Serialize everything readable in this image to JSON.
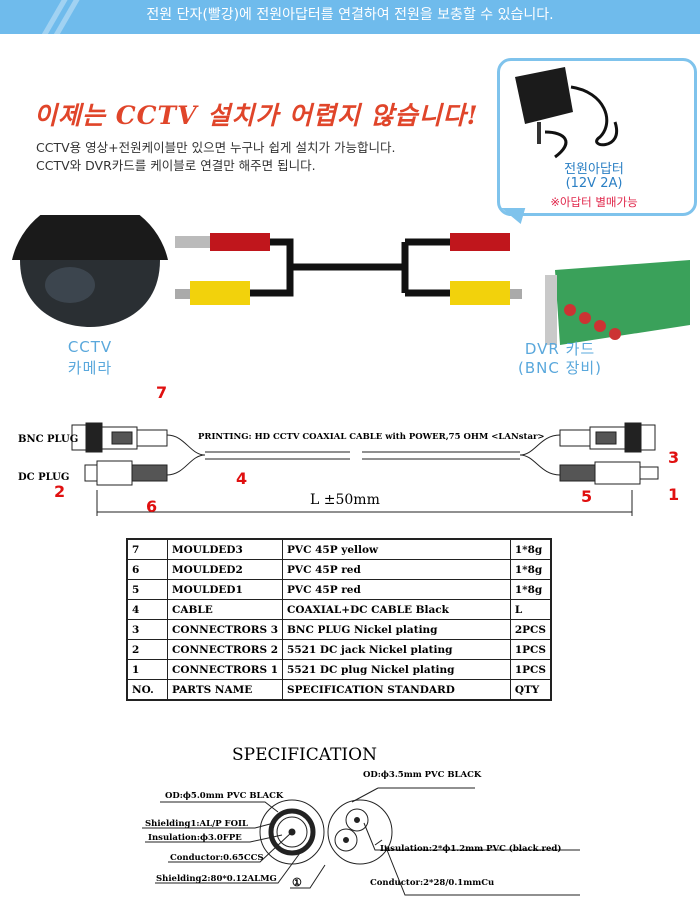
{
  "banner": {
    "text": "전원 단자(빨강)에 전원아답터를 연결하여 전원을 보충할 수 있습니다.",
    "color": "#6fbbec"
  },
  "intro": {
    "headline": "이제는 CCTV 설치가 어렵지 않습니다!",
    "lines": [
      "CCTV용 영상+전원케이블만 있으면 누구나 쉽게 설치가 가능합니다.",
      "CCTV와 DVR카드를 케이블로 연결만 해주면 됩니다."
    ],
    "headline_color": "#e0452a"
  },
  "adapter": {
    "name": "전원아답터",
    "spec": "(12V 2A)",
    "note": "※아답터 별매가능"
  },
  "devices": {
    "left": {
      "line1": "CCTV",
      "line2": "카메라"
    },
    "right": {
      "line1": "DVR 카드",
      "line2": "(BNC 장비)"
    }
  },
  "drawing": {
    "bnc_label": "BNC PLUG",
    "dc_label": "DC PLUG",
    "printing": "PRINTING: HD CCTV COAXIAL CABLE with POWER,75 OHM <LANstar>",
    "length": "L ±50mm",
    "callouts": [
      "1",
      "2",
      "3",
      "4",
      "5",
      "6",
      "7"
    ]
  },
  "parts_table": {
    "rows": [
      [
        "7",
        "MOULDED3",
        "PVC 45P  yellow",
        "1*8g"
      ],
      [
        "6",
        "MOULDED2",
        "PVC 45P  red",
        "1*8g"
      ],
      [
        "5",
        "MOULDED1",
        "PVC 45P  red",
        "1*8g"
      ],
      [
        "4",
        "CABLE",
        "COAXIAL+DC CABLE   Black",
        "L"
      ],
      [
        "3",
        "CONNECTRORS 3",
        "BNC PLUG  Nickel plating",
        "2PCS"
      ],
      [
        "2",
        "CONNECTRORS 2",
        "5521 DC jack Nickel plating",
        "1PCS"
      ],
      [
        "1",
        "CONNECTRORS 1",
        "5521 DC plug Nickel plating",
        "1PCS"
      ]
    ],
    "header": [
      "NO.",
      "PARTS NAME",
      "SPECIFICATION STANDARD",
      "QTY"
    ]
  },
  "specification": {
    "title": "SPECIFICATION",
    "coax": {
      "od": "OD:ϕ5.0mm PVC BLACK",
      "shielding1": "Shielding1:AL/P FOIL",
      "insulation": "Insulation:ϕ3.0FPE",
      "conductor": "Conductor:0.65CCS",
      "shielding2": "Shielding2:80*0.12ALMG"
    },
    "marker": "①",
    "dc": {
      "od": "OD:ϕ3.5mm PVC BLACK",
      "insulation": "Insulation:2*ϕ1.2mm PVC (black.red)",
      "conductor": "Conductor:2*28/0.1mmCu"
    }
  }
}
